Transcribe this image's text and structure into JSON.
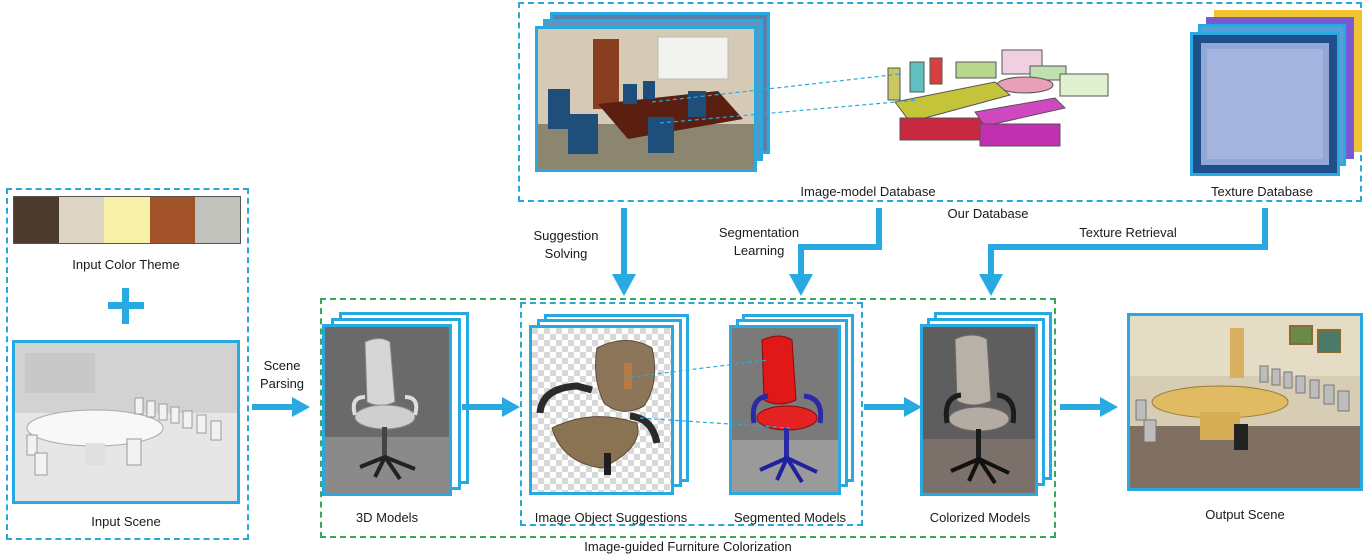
{
  "labels": {
    "input_color_theme": "Input Color Theme",
    "input_scene": "Input Scene",
    "scene_parsing_1": "Scene",
    "scene_parsing_2": "Parsing",
    "models_3d": "3D Models",
    "image_object_suggestions": "Image Object Suggestions",
    "segmented_models": "Segmented Models",
    "colorized_models": "Colorized Models",
    "output_scene": "Output Scene",
    "image_guided_colorization": "Image-guided Furniture Colorization",
    "image_model_database": "Image-model Database",
    "texture_database": "Texture Database",
    "our_database": "Our Database",
    "suggestion_solving_1": "Suggestion",
    "suggestion_solving_2": "Solving",
    "segmentation_learning_1": "Segmentation",
    "segmentation_learning_2": "Learning",
    "texture_retrieval": "Texture Retrieval"
  },
  "color_theme": [
    "#4d3a2e",
    "#ddd6c4",
    "#f6f0a8",
    "#a3532a",
    "#c2c2bc"
  ],
  "colors": {
    "accent_blue": "#29a9e1",
    "dashed_blue": "#2aa7d8",
    "dashed_green": "#3aa85c"
  }
}
